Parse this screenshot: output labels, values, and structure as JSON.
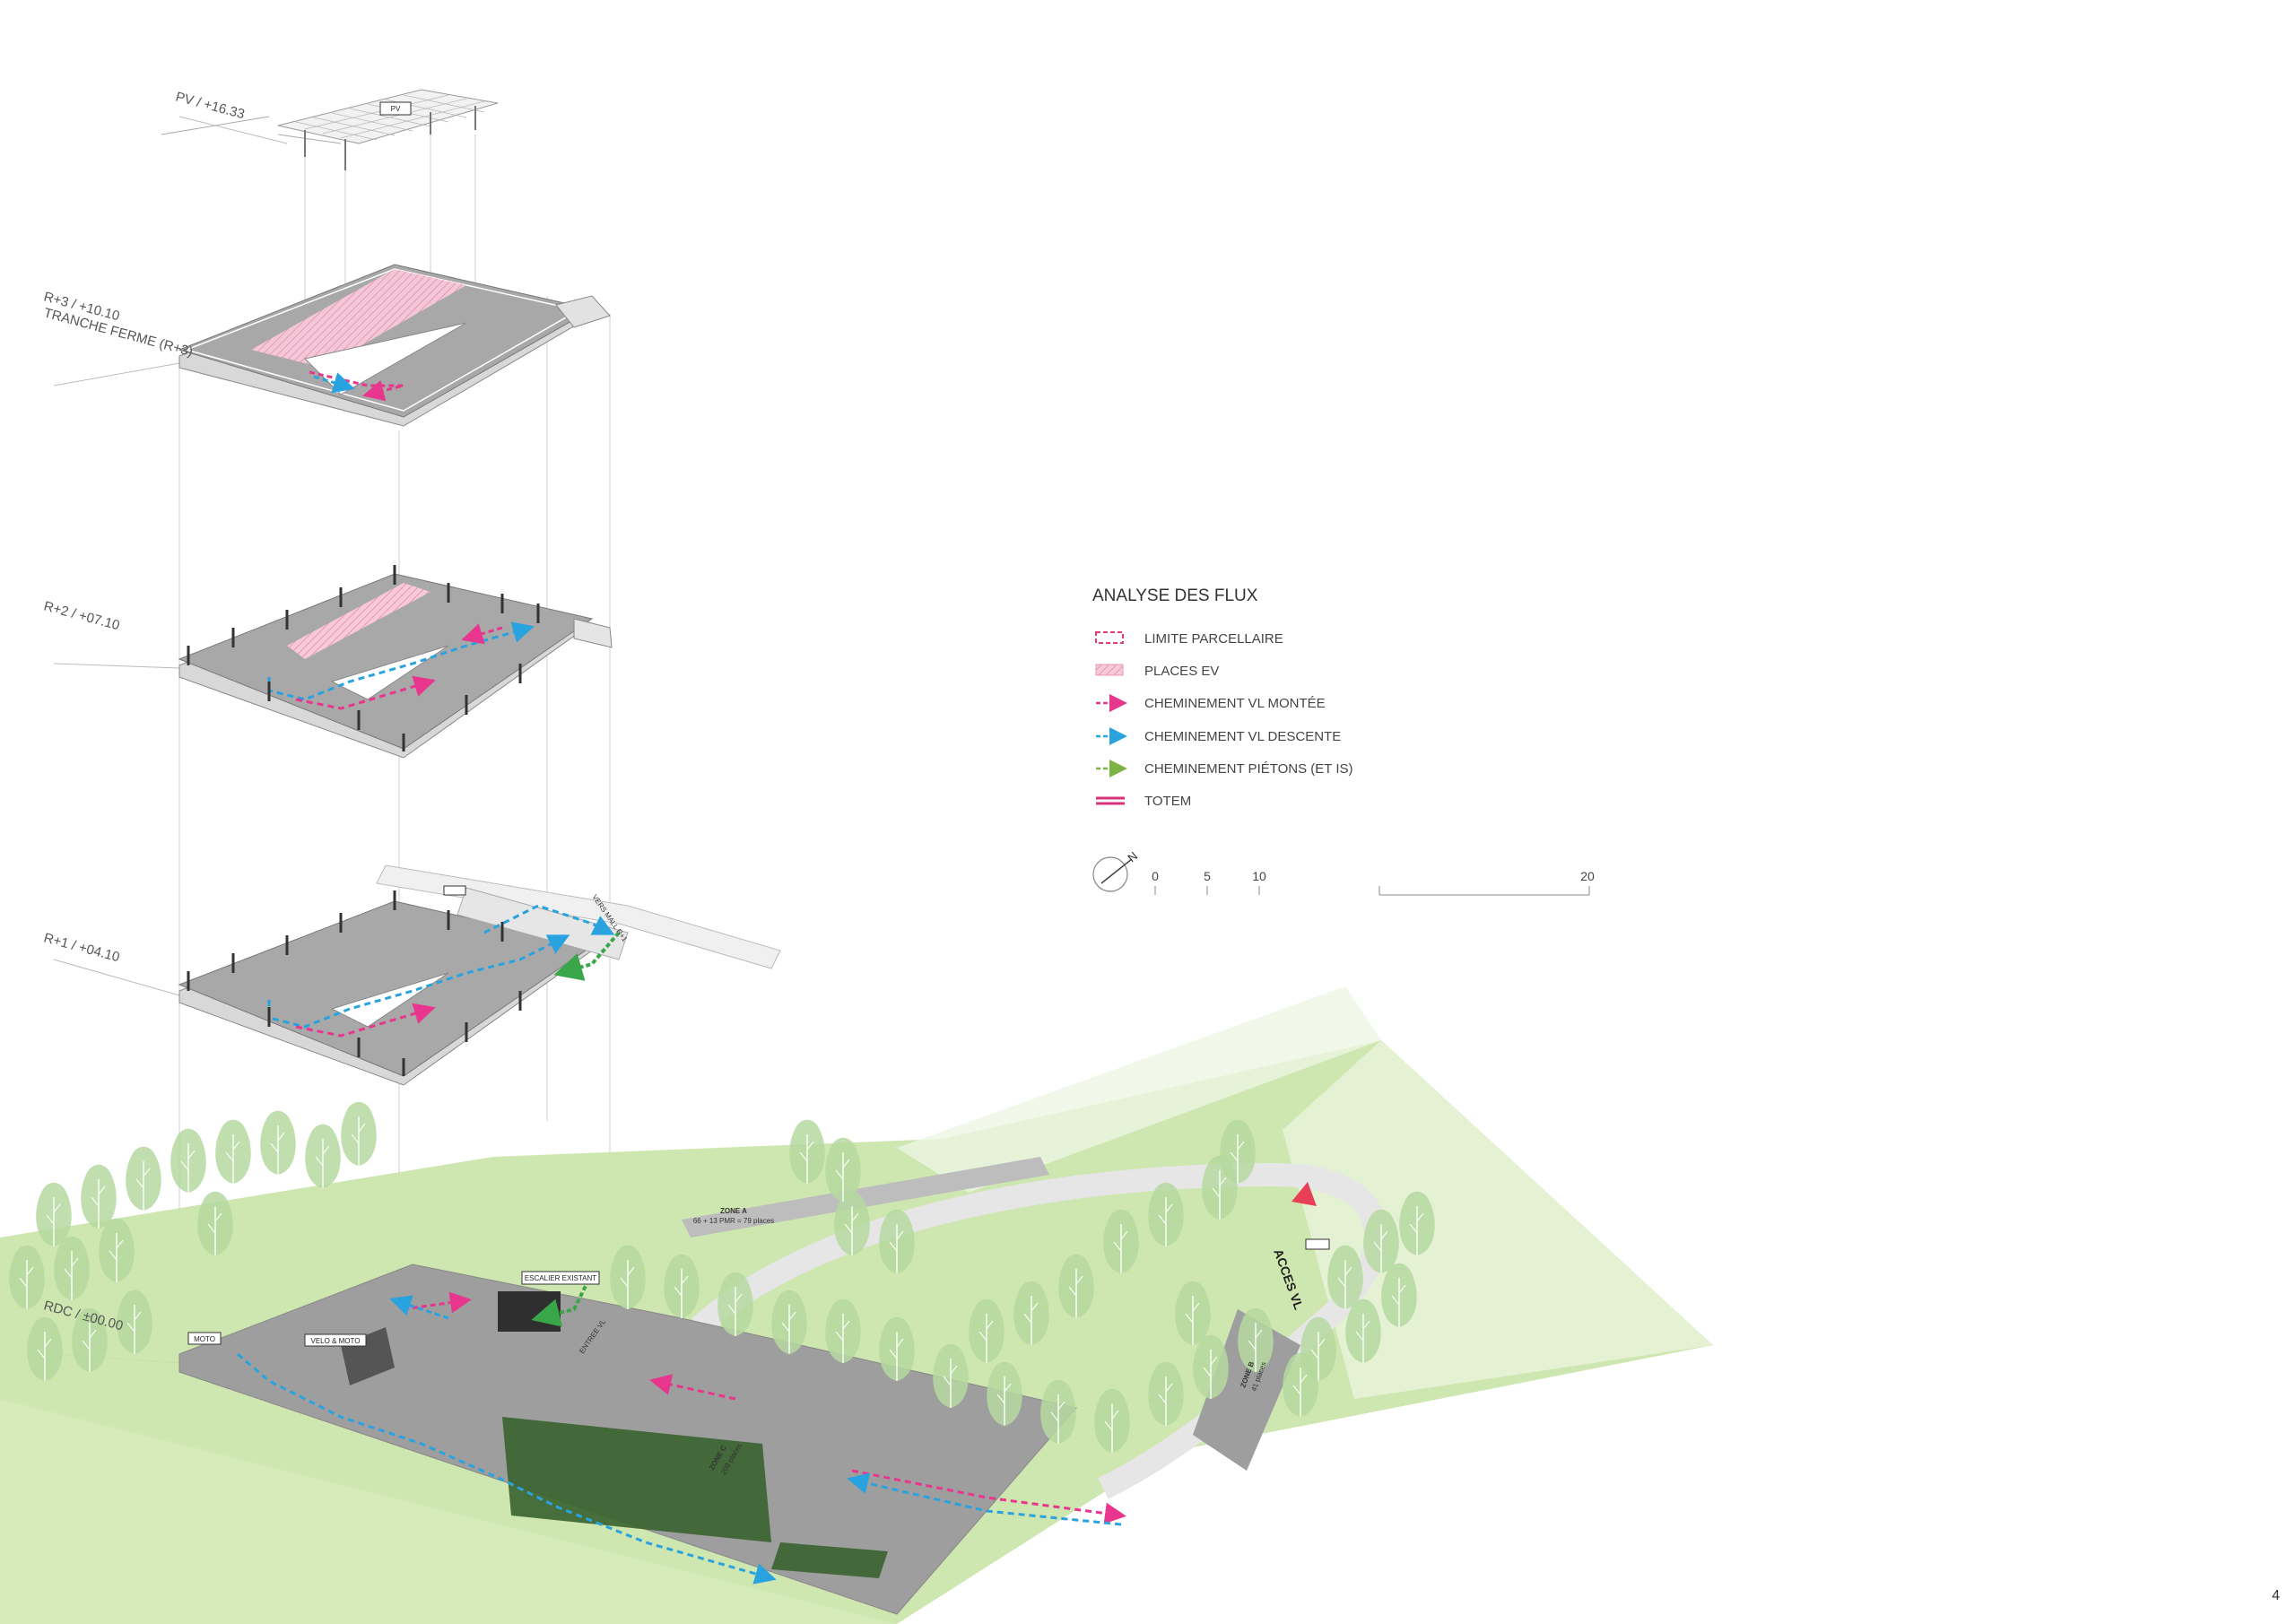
{
  "levels": {
    "pv": "PV / +16.33",
    "r3": "R+3 / +10.10",
    "r3_sub": "TRANCHE FERME (R+3)",
    "r2": "R+2 / +07.10",
    "r1": "R+1 / +04.10",
    "rdc": "RDC / ±00.00"
  },
  "tags": {
    "pv": "PV",
    "moto": "MOTO",
    "velo_moto": "VELO & MOTO",
    "escalier": "ESCALIER EXISTANT",
    "vers_mall": "VERS MALL R+1",
    "entree": "ENTREE VL",
    "acces_vl": "ACCES VL",
    "zone_a": "ZONE A",
    "zone_a_sub": "66 + 13 PMR = 79 places",
    "zone_b": "ZONE B",
    "zone_b_sub": "41 places",
    "zone_c": "ZONE C",
    "zone_c_sub": "209 places"
  },
  "legend": {
    "title": "ANALYSE DES FLUX",
    "items": [
      {
        "label": "LIMITE PARCELLAIRE",
        "color": "#e83c6e",
        "icon": "dashed-rectangle-icon"
      },
      {
        "label": "PLACES EV",
        "color": "#f2a9c4",
        "icon": "hatched-rectangle-icon"
      },
      {
        "label": "CHEMINEMENT VL MONTÉE",
        "color": "#e8358e",
        "icon": "dashed-arrow-icon"
      },
      {
        "label": "CHEMINEMENT VL DESCENTE",
        "color": "#29a3e0",
        "icon": "dashed-arrow-icon"
      },
      {
        "label": "CHEMINEMENT PIÉTONS (ET IS)",
        "color": "#7cb342",
        "icon": "dashed-arrow-icon"
      },
      {
        "label": "TOTEM",
        "color": "#d6337a",
        "icon": "double-line-icon"
      }
    ]
  },
  "scale": {
    "ticks": [
      "0",
      "5",
      "10",
      "20"
    ],
    "north": "N"
  },
  "page_number": "4",
  "colors": {
    "slab_top": "#a4a4a4",
    "slab_side": "#d8d8d8",
    "grass": "#c8e2a6",
    "tree": "#b7d9a3",
    "up": "#e8358e",
    "down": "#29a3e0",
    "ped": "#3aa64a",
    "ev": "#f2b7cc"
  }
}
